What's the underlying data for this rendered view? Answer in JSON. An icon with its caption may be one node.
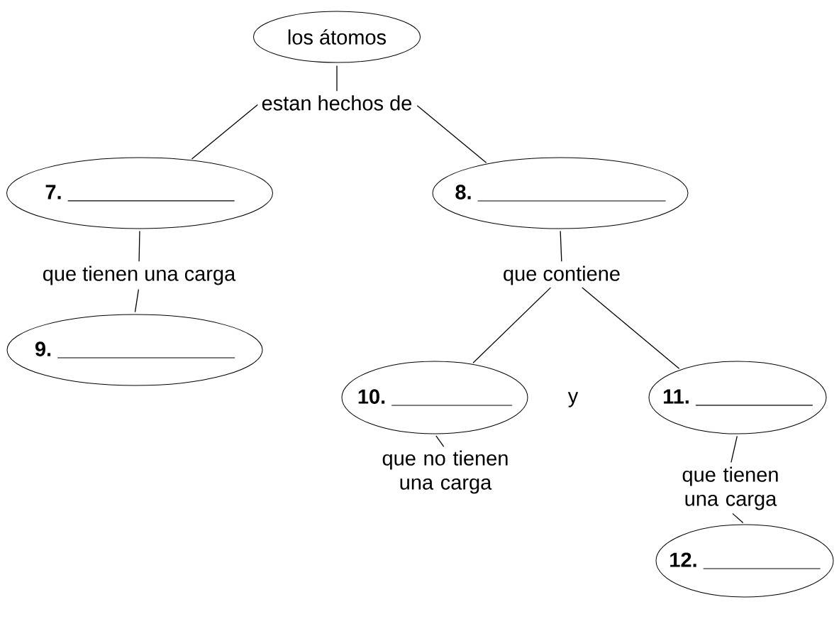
{
  "diagram": {
    "nodes": [
      {
        "text": [
          "los átomos"
        ]
      },
      {
        "text": [
          "estan hechos de"
        ]
      },
      {
        "text": [
          "7."
        ]
      },
      {
        "text": [
          "8."
        ]
      },
      {
        "text": [
          "que tienen una carga"
        ]
      },
      {
        "text": [
          "9."
        ]
      },
      {
        "text": [
          "que contiene"
        ]
      },
      {
        "text": [
          "10."
        ]
      },
      {
        "text": [
          "11."
        ]
      },
      {
        "text": [
          "que no tienen una carga"
        ]
      },
      {
        "text": [
          "que tienen una carga"
        ]
      },
      {
        "text": [
          "12."
        ]
      }
    ],
    "edges": [
      {
        "from": 0,
        "to": 1,
        "arrow": "none"
      },
      {
        "from": 1,
        "to": 2,
        "arrow": "none"
      },
      {
        "from": 1,
        "to": 3,
        "arrow": "none"
      },
      {
        "from": 2,
        "to": 4,
        "arrow": "none"
      },
      {
        "from": 4,
        "to": 5,
        "arrow": "none"
      },
      {
        "from": 3,
        "to": 6,
        "arrow": "none"
      },
      {
        "from": 6,
        "to": 7,
        "arrow": "none"
      },
      {
        "from": 6,
        "to": 8,
        "arrow": "none"
      },
      {
        "from": 7,
        "to": 9,
        "arrow": "none"
      },
      {
        "from": 8,
        "to": 10,
        "arrow": "none"
      },
      {
        "from": 10,
        "to": 11,
        "arrow": "none"
      }
    ],
    "labels": [
      "y"
    ]
  }
}
